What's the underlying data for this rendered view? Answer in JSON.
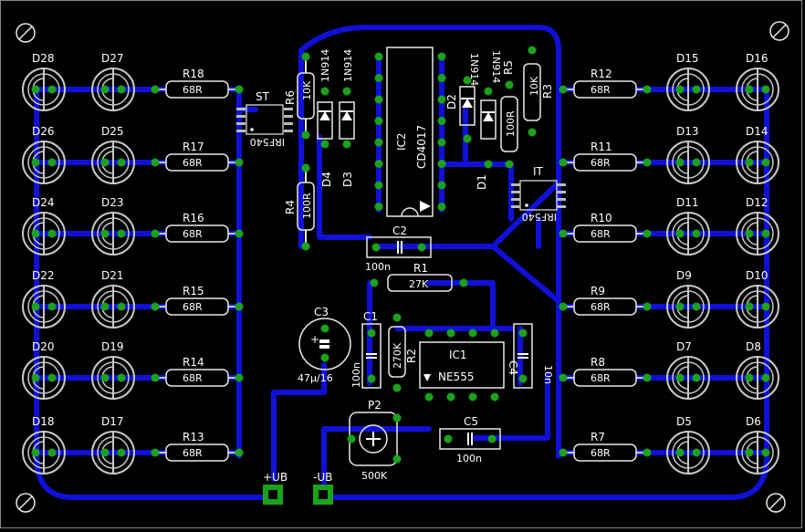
{
  "leds_left": [
    {
      "a": "D28",
      "b": "D27",
      "r": "R18",
      "v": "68R"
    },
    {
      "a": "D26",
      "b": "D25",
      "r": "R17",
      "v": "68R"
    },
    {
      "a": "D24",
      "b": "D23",
      "r": "R16",
      "v": "68R"
    },
    {
      "a": "D22",
      "b": "D21",
      "r": "R15",
      "v": "68R"
    },
    {
      "a": "D20",
      "b": "D19",
      "r": "R14",
      "v": "68R"
    },
    {
      "a": "D18",
      "b": "D17",
      "r": "R13",
      "v": "68R"
    }
  ],
  "leds_right": [
    {
      "a": "D15",
      "b": "D16",
      "r": "R12",
      "v": "68R"
    },
    {
      "a": "D13",
      "b": "D14",
      "r": "R11",
      "v": "68R"
    },
    {
      "a": "D11",
      "b": "D12",
      "r": "R10",
      "v": "68R"
    },
    {
      "a": "D9",
      "b": "D10",
      "r": "R9",
      "v": "68R"
    },
    {
      "a": "D7",
      "b": "D8",
      "r": "R8",
      "v": "68R"
    },
    {
      "a": "D5",
      "b": "D6",
      "r": "R7",
      "v": "68R"
    }
  ],
  "parts": {
    "t2_name": "ST",
    "t2_value": "IRF540",
    "t1_name": "IT",
    "t1_value": "IRF540",
    "r6_name": "R6",
    "r6_value": "10K",
    "r4_name": "R4",
    "r4_value": "100R",
    "r5_name": "R5",
    "r5_value": "100R",
    "r3_name": "R3",
    "r3_value": "10K",
    "d4_name": "D4",
    "d4_value": "1N914",
    "d3_name": "D3",
    "d3_value": "1N914",
    "d2_name": "D2",
    "d2_value": "1N914",
    "d1_name": "D1",
    "d1_value": "1N914",
    "ic2_name": "IC2",
    "ic2_value": "CD4017",
    "c2_name": "C2",
    "c2_value": "100n",
    "r1_name": "R1",
    "r1_value": "27K",
    "c3_name": "C3",
    "c3_value": "47µ/16",
    "c1_name": "C1",
    "c1_value": "100n",
    "r2_name": "R2",
    "r2_value": "270K",
    "ic1_name": "IC1",
    "ic1_value": "NE555",
    "c4_name": "C4",
    "c4_value": "10n",
    "p2_name": "P2",
    "p2_value": "500K",
    "c5_name": "C5",
    "c5_value": "100n",
    "plus_label": "+UB",
    "minus_label": "-UB"
  },
  "colors": {
    "background": "#000000",
    "trace": "#1010d8",
    "pad": "#1aa31a",
    "silkscreen": "#c8c8c8",
    "board_outline": "#1010d8"
  }
}
